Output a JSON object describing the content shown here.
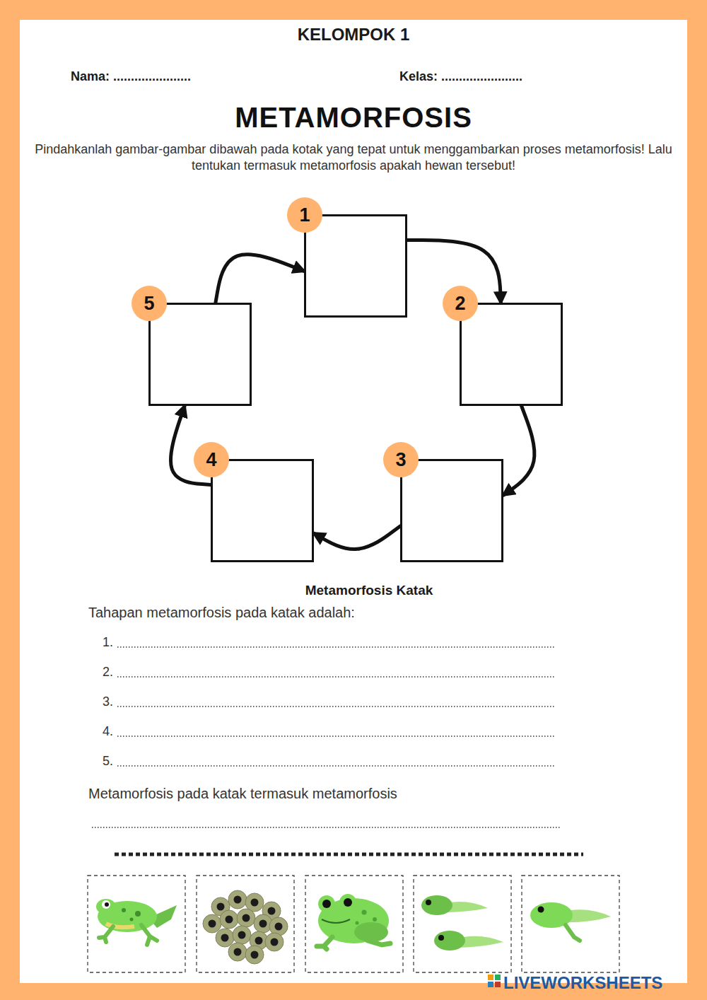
{
  "diagram": {
    "title": "METAMORFOSIS",
    "nodes": [
      {
        "text": [
          "1"
        ]
      },
      {
        "text": [
          "2"
        ]
      },
      {
        "text": [
          "3"
        ]
      },
      {
        "text": [
          "4"
        ]
      },
      {
        "text": [
          "5"
        ]
      }
    ],
    "edges": [
      {
        "from": 0,
        "to": 1,
        "arrow": "to"
      },
      {
        "from": 1,
        "to": 2,
        "arrow": "to"
      },
      {
        "from": 2,
        "to": 3,
        "arrow": "to"
      },
      {
        "from": 3,
        "to": 4,
        "arrow": "to"
      },
      {
        "from": 4,
        "to": 0,
        "arrow": "to"
      }
    ],
    "labels": [
      "KELOMPOK 1",
      "Nama: ......................",
      "Kelas: .......................",
      "Pindahkanlah gambar-gambar dibawah pada kotak yang tepat untuk menggambarkan proses metamorfosis! Lalu tentukan termasuk metamorfosis apakah hewan tersebut!",
      "Metamorfosis Katak",
      "Tahapan metamorfosis pada katak adalah:",
      "1.",
      "2.",
      "3.",
      "4.",
      "5.",
      "Metamorfosis pada katak termasuk metamorfosis",
      "LIVEWORKSHEETS"
    ]
  }
}
